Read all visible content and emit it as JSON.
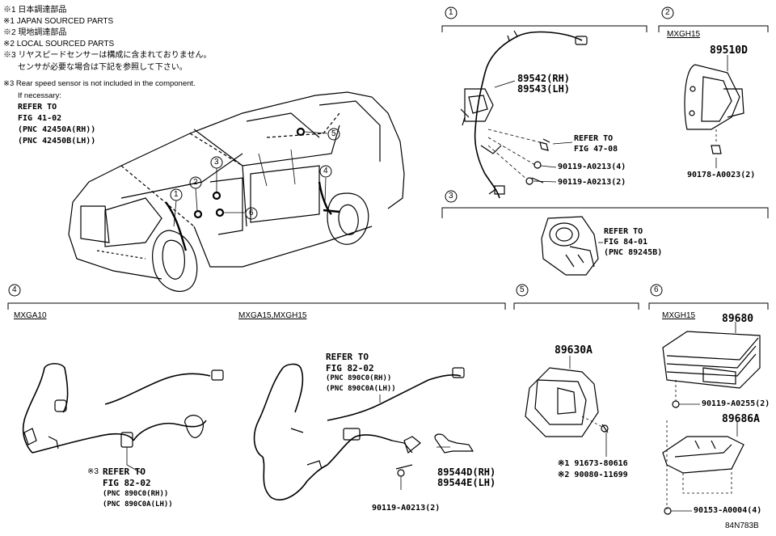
{
  "notes": {
    "n1_jp": "※1 日本調達部品",
    "n1_en": "※1 JAPAN SOURCED PARTS",
    "n2_jp": "※2 現地調達部品",
    "n2_en": "※2 LOCAL SOURCED PARTS",
    "n3_jp_a": "※3 リヤスピードセンサーは構成に含まれておりません。",
    "n3_jp_b": "センサが必要な場合は下記を参照して下さい。",
    "n3_en": "※3 Rear speed sensor is not included in the component.",
    "n3_if": "If necessary:",
    "ref_1": "REFER TO",
    "ref_2": "FIG 41-02",
    "ref_3": "(PNC 42450A(RH))",
    "ref_4": "(PNC 42450B(LH))"
  },
  "callouts": [
    "1",
    "2",
    "3",
    "4",
    "5",
    "6"
  ],
  "sections": {
    "s1": {
      "num": "1",
      "part_a": "89542(RH)",
      "part_b": "89543(LH)",
      "ref_a": "REFER TO",
      "ref_b": "FIG 47-08",
      "bolt_a": "90119-A0213(4)",
      "bolt_b": "90119-A0213(2)"
    },
    "s2": {
      "num": "2",
      "variant": "MXGH15",
      "part": "89510D",
      "bolt": "90178-A0023(2)"
    },
    "s3": {
      "num": "3",
      "ref_a": "REFER TO",
      "ref_b": "FIG 84-01",
      "ref_c": "(PNC 89245B)"
    },
    "s4": {
      "num": "4",
      "variant_a": "MXGA10",
      "variant_b": "MXGA15,MXGH15",
      "ref_left_mark": "※3",
      "ref_left_a": "REFER TO",
      "ref_left_b": "FIG 82-02",
      "ref_left_c": "(PNC 890C0(RH))",
      "ref_left_d": "(PNC 890C0A(LH))",
      "ref_right_a": "REFER TO",
      "ref_right_b": "FIG 82-02",
      "ref_right_c": "(PNC 890C0(RH))",
      "ref_right_d": "(PNC 890C0A(LH))",
      "part_a": "89544D(RH)",
      "part_b": "89544E(LH)",
      "bolt": "90119-A0213(2)"
    },
    "s5": {
      "num": "5",
      "part": "89630A",
      "bolt_a": "※1 91673-80616",
      "bolt_b": "※2 90080-11699"
    },
    "s6": {
      "num": "6",
      "variant": "MXGH15",
      "part_a": "89680",
      "bolt_a": "90119-A0255(2)",
      "part_b": "89686A",
      "bolt_b": "90153-A0004(4)"
    }
  },
  "figure_id": "84N783B"
}
